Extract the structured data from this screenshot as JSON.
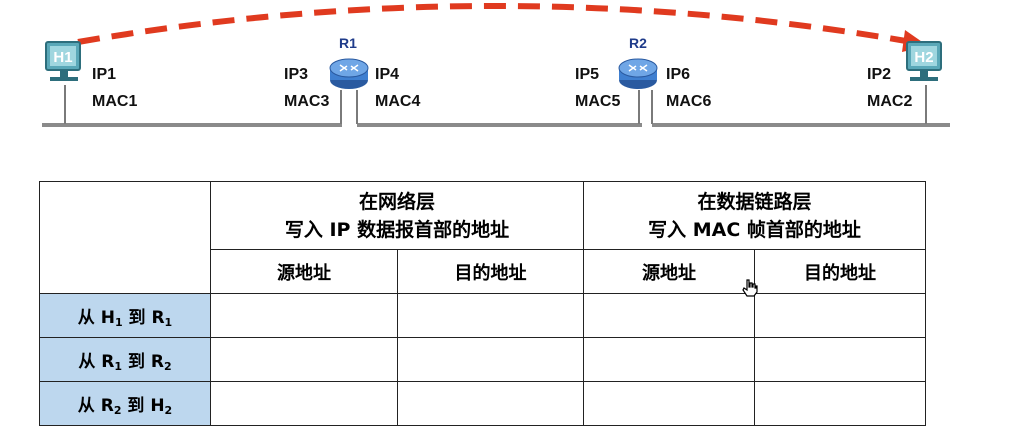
{
  "topology": {
    "hosts": [
      {
        "label": "H1",
        "ip": "IP1",
        "mac": "MAC1"
      },
      {
        "label": "H2",
        "ip": "IP2",
        "mac": "MAC2"
      }
    ],
    "routers": [
      {
        "label": "R1",
        "ip_left": "IP3",
        "mac_left": "MAC3",
        "ip_right": "IP4",
        "mac_right": "MAC4"
      },
      {
        "label": "R2",
        "ip_left": "IP5",
        "mac_left": "MAC5",
        "ip_right": "IP6",
        "mac_right": "MAC6"
      }
    ],
    "colors": {
      "arrow": "#e03a1f",
      "network_line": "#8a8a8a",
      "host_screen": "#5aa8b8",
      "router": "#3f7fd0",
      "row_header_bg": "#bdd7ee"
    }
  },
  "table": {
    "group_network": {
      "line1": "在网络层",
      "line2": "写入 IP 数据报首部的地址"
    },
    "group_link": {
      "line1": "在数据链路层",
      "line2": "写入 MAC 帧首部的地址"
    },
    "sub_headers": [
      "源地址",
      "目的地址",
      "源地址",
      "目的地址"
    ],
    "rows": [
      {
        "from": "H",
        "from_sub": "1",
        "mid": "到",
        "to": "R",
        "to_sub": "1"
      },
      {
        "from": "R",
        "from_sub": "1",
        "mid": "到",
        "to": "R",
        "to_sub": "2"
      },
      {
        "from": "R",
        "from_sub": "2",
        "mid": "到",
        "to": "H",
        "to_sub": "2"
      }
    ],
    "row_prefix": "从"
  }
}
